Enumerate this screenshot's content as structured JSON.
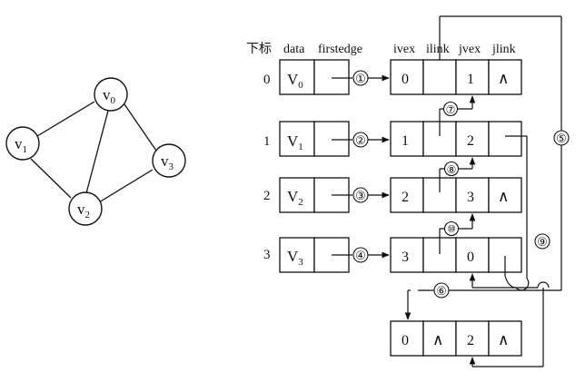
{
  "graph": {
    "nodes": [
      {
        "id": "v0",
        "base": "v",
        "sub": "0"
      },
      {
        "id": "v1",
        "base": "v",
        "sub": "1"
      },
      {
        "id": "v2",
        "base": "v",
        "sub": "2"
      },
      {
        "id": "v3",
        "base": "v",
        "sub": "3"
      }
    ],
    "edges": [
      [
        "v0",
        "v1"
      ],
      [
        "v0",
        "v2"
      ],
      [
        "v0",
        "v3"
      ],
      [
        "v1",
        "v2"
      ],
      [
        "v2",
        "v3"
      ]
    ]
  },
  "table": {
    "headers": {
      "index": "下标",
      "data": "data",
      "firstedge": "firstedge",
      "ivex": "ivex",
      "ilink": "ilink",
      "jvex": "jvex",
      "jlink": "jlink"
    },
    "rows": [
      {
        "index": "0",
        "data_base": "V",
        "data_sub": "0"
      },
      {
        "index": "1",
        "data_base": "V",
        "data_sub": "1"
      },
      {
        "index": "2",
        "data_base": "V",
        "data_sub": "2"
      },
      {
        "index": "3",
        "data_base": "V",
        "data_sub": "3"
      }
    ]
  },
  "edge_nodes": [
    {
      "ivex": "0",
      "ilink": "",
      "jvex": "1",
      "jlink": "∧"
    },
    {
      "ivex": "1",
      "ilink": "",
      "jvex": "2",
      "jlink": ""
    },
    {
      "ivex": "2",
      "ilink": "",
      "jvex": "3",
      "jlink": "∧"
    },
    {
      "ivex": "3",
      "ilink": "",
      "jvex": "0",
      "jlink": ""
    },
    {
      "ivex": "0",
      "ilink": "∧",
      "jvex": "2",
      "jlink": "∧"
    }
  ],
  "markers": [
    "①",
    "②",
    "③",
    "④",
    "⑤",
    "⑥",
    "⑦",
    "⑧",
    "⑨",
    "⑩"
  ]
}
